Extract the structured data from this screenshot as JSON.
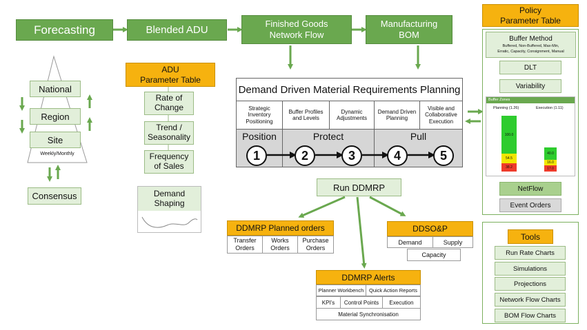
{
  "flow": {
    "forecasting": "Forecasting",
    "blended_adu": "Blended ADU",
    "finished_goods": "Finished Goods\nNetwork Flow",
    "manufacturing_bom": "Manufacturing\nBOM"
  },
  "pyramid": {
    "national": "National",
    "region": "Region",
    "site": "Site",
    "period": "Weekly/Monthly",
    "consensus": "Consensus"
  },
  "adu_table": {
    "title": "ADU\nParameter Table",
    "items": [
      "Rate of\nChange",
      "Trend /\nSeasonality",
      "Frequency\nof Sales"
    ],
    "demand_shaping": "Demand\nShaping"
  },
  "ddmrp": {
    "title": "Demand Driven Material Requirements Planning",
    "components": [
      "Strategic\nInventory\nPositioning",
      "Buffer Profiles\nand Levels",
      "Dynamic\nAdjustments",
      "Demand Driven\nPlanning",
      "Visible and\nCollaborative\nExecution"
    ],
    "phases": [
      "Position",
      "Protect",
      "Pull"
    ],
    "steps": [
      "1",
      "2",
      "3",
      "4",
      "5"
    ]
  },
  "run_ddmrp": "Run DDMRP",
  "planned_orders": {
    "title": "DDMRP Planned orders",
    "items": [
      "Transfer\nOrders",
      "Works\nOrders",
      "Purchase\nOrders"
    ]
  },
  "ddsop": {
    "title": "DDSO&P",
    "items": [
      "Demand",
      "Supply",
      "Capacity"
    ]
  },
  "alerts": {
    "title": "DDMRP Alerts",
    "row1": [
      "Planner Workbench",
      "Quick Action Reports"
    ],
    "row2": [
      "KPI's",
      "Control Points",
      "Execution"
    ],
    "row3": "Material Synchronisation"
  },
  "policy": {
    "title": "Policy\nParameter Table",
    "buffer_method_title": "Buffer Method",
    "buffer_method_desc": "Buffered, Non-Buffered, Max-Min,\nErratic, Capacity, Consignment, Manual",
    "dlt": "DLT",
    "variability": "Variability",
    "netflow": "NetFlow",
    "event_orders": "Event Orders"
  },
  "buffer_zones": {
    "title": "Buffer Zones",
    "planning_label": "Planning (1.26)",
    "execution_label": "Execution (1.11)",
    "planning": {
      "green": "100.0",
      "yellow": "54.5",
      "red": "38.2"
    },
    "execution": {
      "green": "40.0",
      "yellow": "16.0",
      "red": "17.0"
    },
    "colors": {
      "green": "#2ecc2e",
      "yellow": "#f2e600",
      "red": "#ee3b2b"
    }
  },
  "tools": {
    "title": "Tools",
    "items": [
      "Run Rate Charts",
      "Simulations",
      "Projections",
      "Network Flow Charts",
      "BOM Flow Charts"
    ]
  },
  "colors": {
    "accent_green": "#6aa84f",
    "light_green": "#e2efda",
    "orange": "#f6b20f"
  }
}
